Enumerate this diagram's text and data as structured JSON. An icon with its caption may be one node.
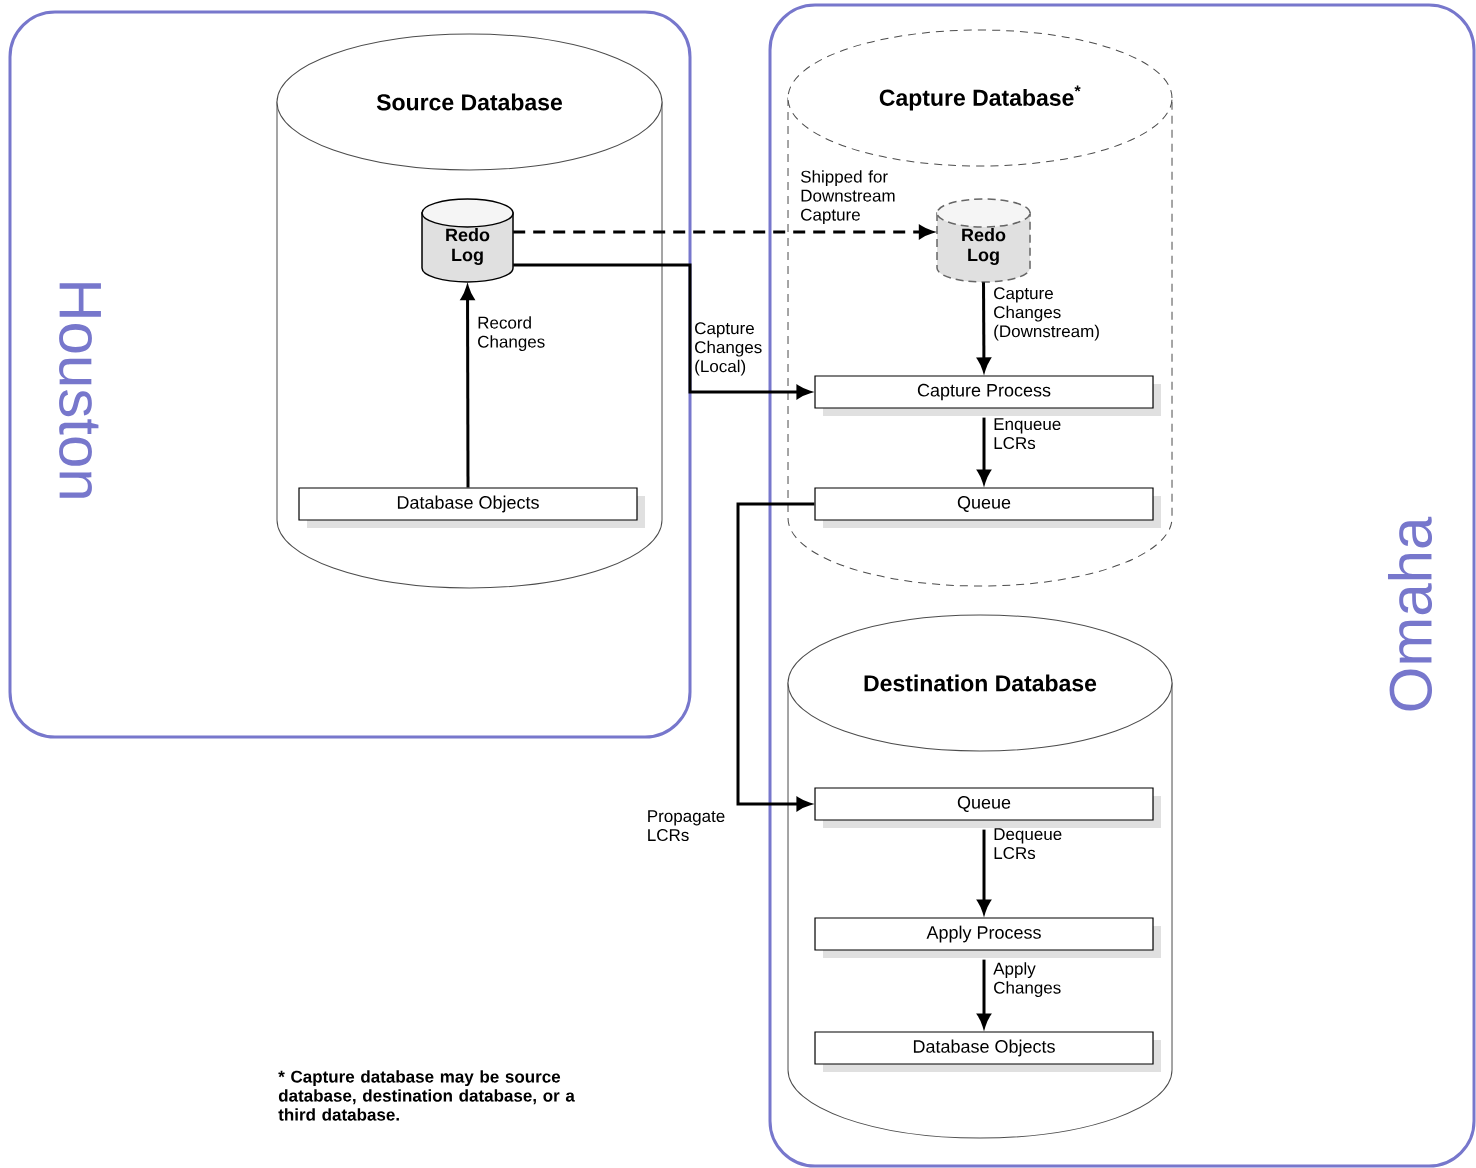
{
  "diagram": {
    "nodes": [
      {
        "text": [
          "Houston"
        ]
      },
      {
        "text": [
          "Omaha"
        ]
      },
      {
        "text": [
          "Source Database"
        ],
        "in": 0
      },
      {
        "text": [
          "Redo Log"
        ],
        "in": 2
      },
      {
        "text": [
          "Database Objects"
        ],
        "in": 2
      },
      {
        "text": [
          "Capture Database$^{*}$"
        ],
        "in": 1
      },
      {
        "text": [
          "Redo Log"
        ],
        "in": 5
      },
      {
        "text": [
          "Capture Process"
        ],
        "in": 5
      },
      {
        "text": [
          "Queue"
        ],
        "in": 5
      },
      {
        "text": [
          "Destination Database"
        ],
        "in": 1
      },
      {
        "text": [
          "Queue"
        ],
        "in": 9
      },
      {
        "text": [
          "Apply Process"
        ],
        "in": 9
      },
      {
        "text": [
          "Database Objects"
        ],
        "in": 9
      }
    ],
    "edges": [
      {
        "from": 4,
        "to": 3,
        "arrow": "to",
        "label": "Record Changes"
      },
      {
        "from": 3,
        "to": 6,
        "arrow": "to",
        "label": "Shipped for Downstream Capture",
        "style": "dashed"
      },
      {
        "from": 3,
        "to": 7,
        "arrow": "to",
        "label": "Capture Changes (Local)"
      },
      {
        "from": 6,
        "to": 7,
        "arrow": "to",
        "label": "Capture Changes (Downstream)"
      },
      {
        "from": 7,
        "to": 8,
        "arrow": "to",
        "label": "Enqueue LCRs"
      },
      {
        "from": 8,
        "to": 10,
        "arrow": "to",
        "label": "Propagate LCRs"
      },
      {
        "from": 10,
        "to": 11,
        "arrow": "to",
        "label": "Dequeue LCRs"
      },
      {
        "from": 11,
        "to": 12,
        "arrow": "to",
        "label": "Apply Changes"
      }
    ],
    "labels": [
      "* Capture database may be source database, destination database, or a third database."
    ]
  }
}
